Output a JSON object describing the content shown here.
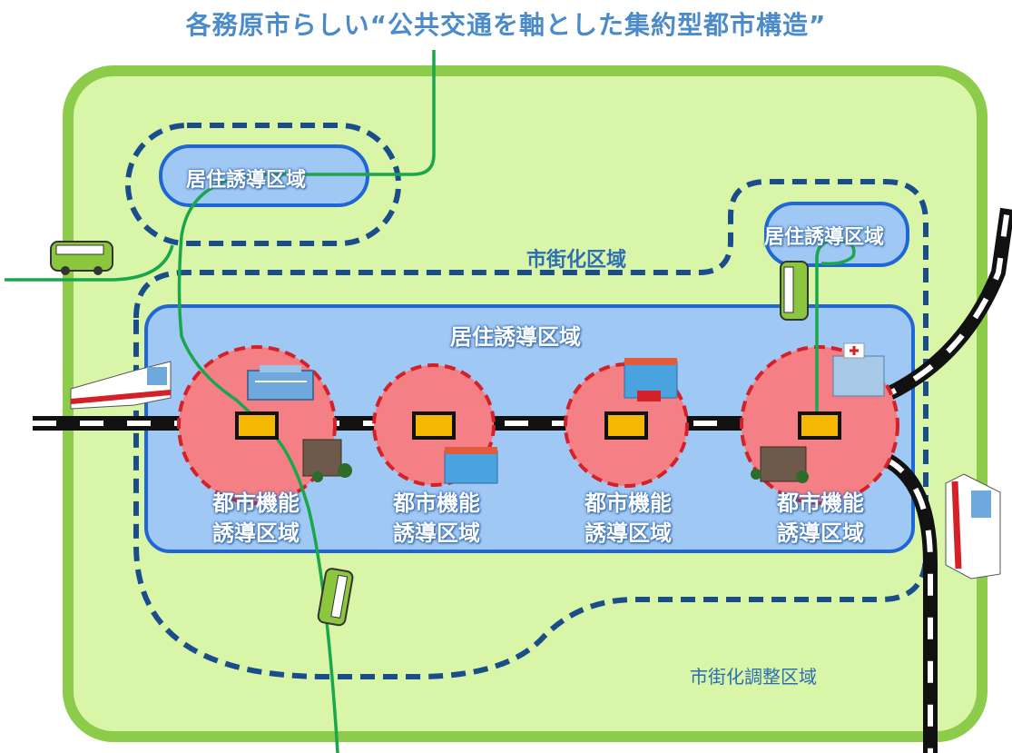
{
  "title": "各務原市らしい“公共交通を軸とした集約型都市構造”",
  "labels": {
    "residential_zone_small_left": "居住誘導区域",
    "residential_zone_small_right": "居住誘導区域",
    "residential_zone_main": "居住誘導区域",
    "urbanization_area": "市街化区域",
    "urbanization_control_area": "市街化調整区域"
  },
  "urban_function_zones": [
    {
      "line1": "都市機能",
      "line2": "誘導区域"
    },
    {
      "line1": "都市機能",
      "line2": "誘導区域"
    },
    {
      "line1": "都市機能",
      "line2": "誘導区域"
    },
    {
      "line1": "都市機能",
      "line2": "誘導区域"
    }
  ],
  "icons": [
    "bus-icon",
    "train-icon",
    "station-icon",
    "hospital-icon",
    "supermarket-icon",
    "office-building-icon",
    "city-hall-icon"
  ],
  "colors": {
    "title": "#4b8bc9",
    "outer_area_fill": "#d9f5a8",
    "outer_area_border": "#8ccc4a",
    "residential_fill": "#9fc8f5",
    "residential_border": "#1f66d6",
    "urban_function_fill": "#f47f84",
    "urban_function_border": "#d42027",
    "dashed_border": "#1b4d8c",
    "bus_route": "#1aa64a",
    "station": "#f5b800",
    "rail": "#111111"
  }
}
